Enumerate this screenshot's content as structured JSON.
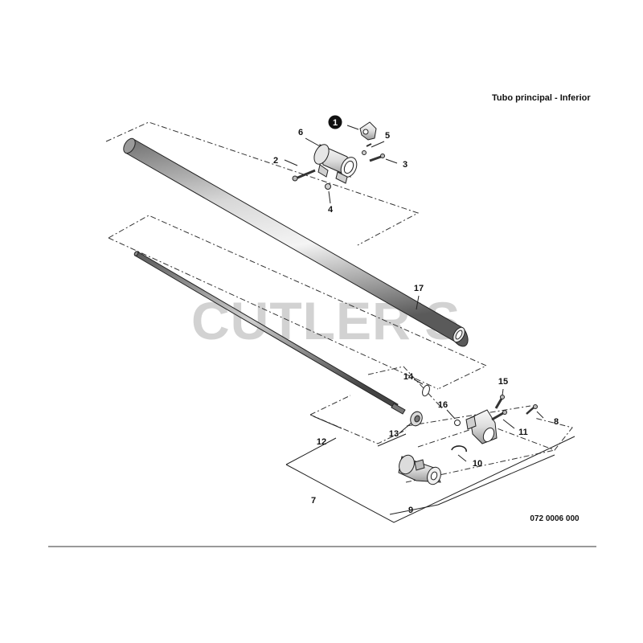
{
  "header": {
    "title": "Tubo principal - Inferior"
  },
  "watermark": {
    "text": "CUTLER'S"
  },
  "drawing_code": "072 0006 000",
  "callouts": {
    "c1": "1",
    "c2": "2",
    "c3": "3",
    "c4": "4",
    "c5": "5",
    "c6": "6",
    "c7": "7",
    "c8": "8",
    "c9": "9",
    "c10": "10",
    "c11": "11",
    "c12": "12",
    "c13": "13",
    "c14": "14",
    "c15": "15",
    "c16": "16",
    "c17": "17"
  },
  "colors": {
    "line": "#222222",
    "watermark": "#d2d2d2",
    "badge": "#111111"
  }
}
